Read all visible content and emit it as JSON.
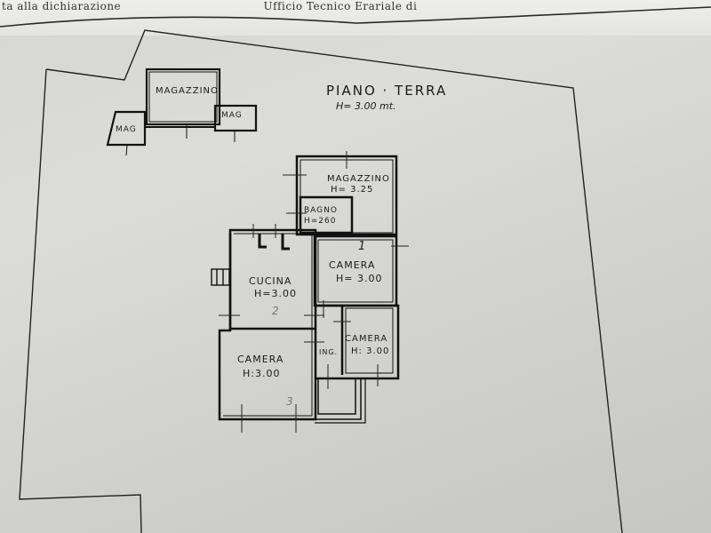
{
  "document": {
    "header_text_fragments": [
      "ta alla dichiarazione",
      "...",
      "Ufficio Tecnico Erariale di"
    ],
    "plan_title": "PIANO · TERRA",
    "plan_height_note": "H= 3.00 mt."
  },
  "rooms": {
    "magazzino_outbuilding": {
      "label": "MAGAZZINO"
    },
    "mag_left": {
      "label": "MAG"
    },
    "mag_right": {
      "label": "MAG"
    },
    "magazzino_main": {
      "label": "MAGAZZINO",
      "height": "H= 3.25"
    },
    "bagno": {
      "label": "BAGNO",
      "height": "H=260"
    },
    "camera_1": {
      "label": "CAMERA",
      "height": "H= 3.00",
      "number": "1"
    },
    "cucina": {
      "label": "CUCINA",
      "height": "H=3.00",
      "number": "2"
    },
    "camera_2": {
      "label": "CAMERA",
      "height": "H:3.00",
      "number": "3"
    },
    "camera_3": {
      "label": "CAMERA",
      "height": "H: 3.00"
    },
    "ingresso": {
      "label": "ING."
    }
  },
  "colors": {
    "paper": "#d6d6d4",
    "ink": "#1a1a1a"
  }
}
